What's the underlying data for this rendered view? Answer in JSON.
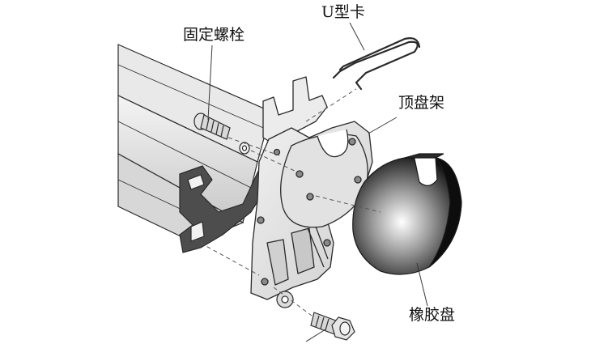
{
  "labels": {
    "fixing_bolt": "固定螺栓",
    "u_clip": "U型卡",
    "top_pad_bracket": "顶盘架",
    "rubber_pad": "橡胶盘"
  },
  "colors": {
    "outline": "#2a2a2a",
    "metal_light": "#f2f2f2",
    "metal_mid": "#d9d9d9",
    "metal_dark": "#bdbdbd",
    "rubber_dark": "#1a1a1a"
  }
}
